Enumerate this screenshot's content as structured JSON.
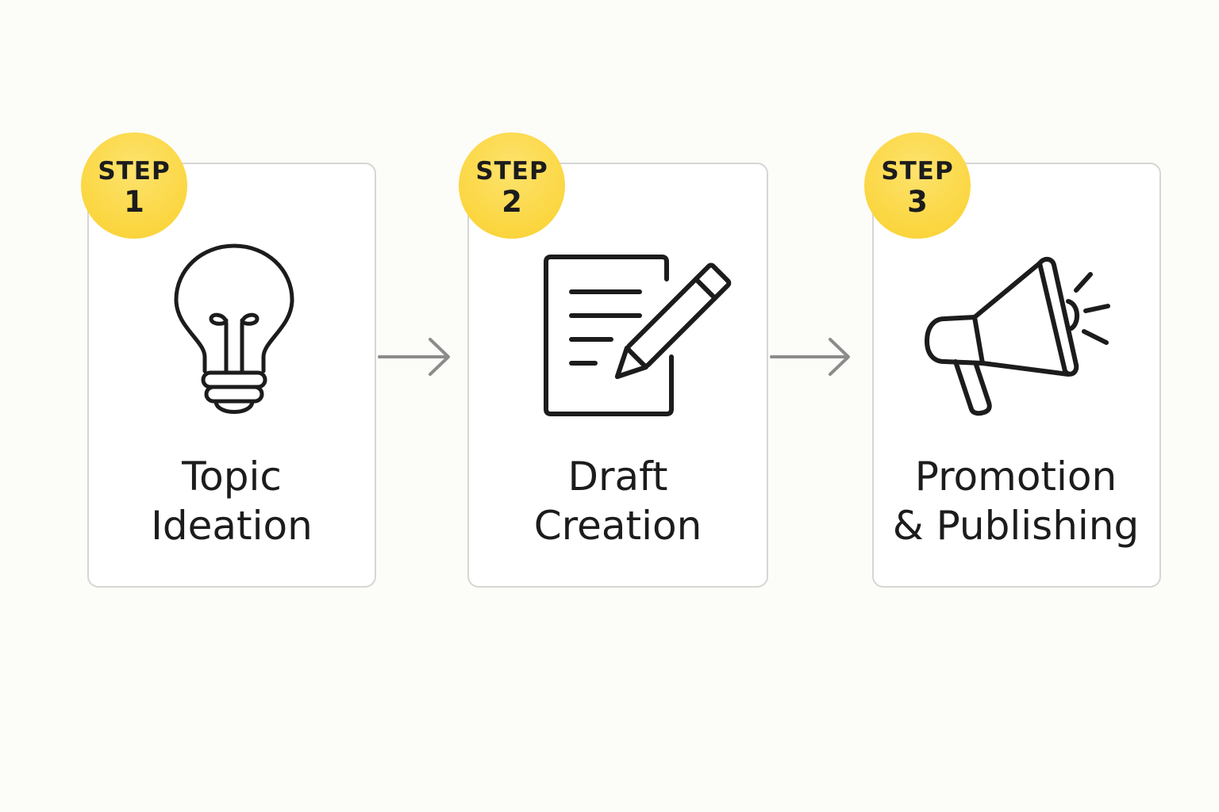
{
  "steps": [
    {
      "badge_word": "STEP",
      "badge_number": "1",
      "title_line1": "Topic",
      "title_line2": "Ideation",
      "icon": "lightbulb-icon"
    },
    {
      "badge_word": "STEP",
      "badge_number": "2",
      "title_line1": "Draft",
      "title_line2": "Creation",
      "icon": "document-pencil-icon"
    },
    {
      "badge_word": "STEP",
      "badge_number": "3",
      "title_line1": "Promotion",
      "title_line2": "& Publishing",
      "icon": "megaphone-icon"
    }
  ],
  "colors": {
    "background": "#fcfcf8",
    "badge": "#fbd640",
    "card_border": "#d6d6d3",
    "icon_stroke": "#1c1c1c",
    "arrow": "#8c8c8c"
  }
}
